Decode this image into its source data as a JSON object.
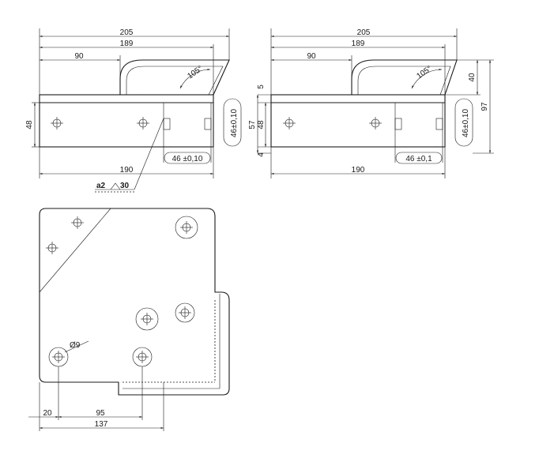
{
  "left_view": {
    "dim_total_width": "205",
    "dim_top_width": "189",
    "dim_flange": "90",
    "angle": "105°",
    "dim_height": "48",
    "dim_slot": "46±0,10",
    "dim_opening": "46 ±0,10",
    "dim_base": "190",
    "weld": "a2",
    "weld_len": "30"
  },
  "right_view": {
    "dim_total_width": "205",
    "dim_top_width": "189",
    "dim_flange": "90",
    "angle": "105°",
    "dim_top_offset": "5",
    "dim_inner_height": "48",
    "dim_outer_height": "57",
    "dim_bottom_offset": "4",
    "dim_lip": "40",
    "dim_total_height": "97",
    "dim_slot": "46±0,10",
    "dim_opening": "46 ±0,1",
    "dim_base": "190"
  },
  "plan_view": {
    "hole_label": "Ø9",
    "dim_edge": "20",
    "dim_hole_spacing": "95",
    "dim_overall": "137"
  }
}
